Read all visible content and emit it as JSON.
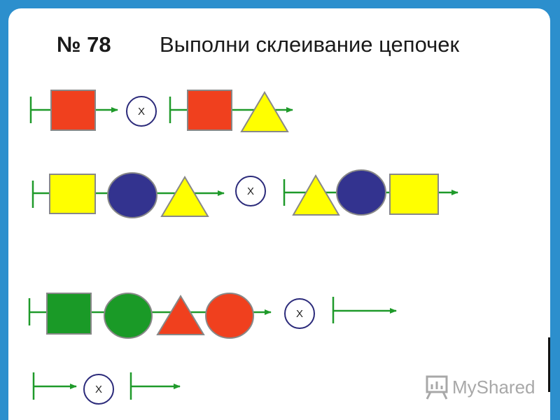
{
  "slide": {
    "number": "№ 78",
    "title": "Выполни склеивание цепочек"
  },
  "operator_label": "X",
  "watermark": {
    "text": "MyShared",
    "icon": "presentation-board-icon"
  },
  "colors": {
    "background": "#2c8fcd",
    "axis": "#1f9a2a",
    "red": "#f0401e",
    "yellow": "#ffff00",
    "navy": "#33338f",
    "green": "#1a9a27",
    "shape_border": "#888888",
    "circle_op_border": "#2b2a7a"
  },
  "chains": [
    {
      "row": 1,
      "name": "chain-1-left",
      "shapes": [
        "red square"
      ]
    },
    {
      "row": 1,
      "name": "chain-1-right",
      "shapes": [
        "red square",
        "yellow triangle"
      ]
    },
    {
      "row": 2,
      "name": "chain-2-left",
      "shapes": [
        "yellow square",
        "navy circle",
        "yellow triangle"
      ]
    },
    {
      "row": 2,
      "name": "chain-2-right",
      "shapes": [
        "yellow triangle",
        "navy circle",
        "yellow square"
      ]
    },
    {
      "row": 3,
      "name": "chain-3-left",
      "shapes": [
        "green square",
        "green circle",
        "red triangle",
        "red circle"
      ]
    },
    {
      "row": 3,
      "name": "chain-3-right",
      "shapes": []
    },
    {
      "row": 4,
      "name": "chain-4-left",
      "shapes": []
    },
    {
      "row": 4,
      "name": "chain-4-right",
      "shapes": []
    }
  ]
}
